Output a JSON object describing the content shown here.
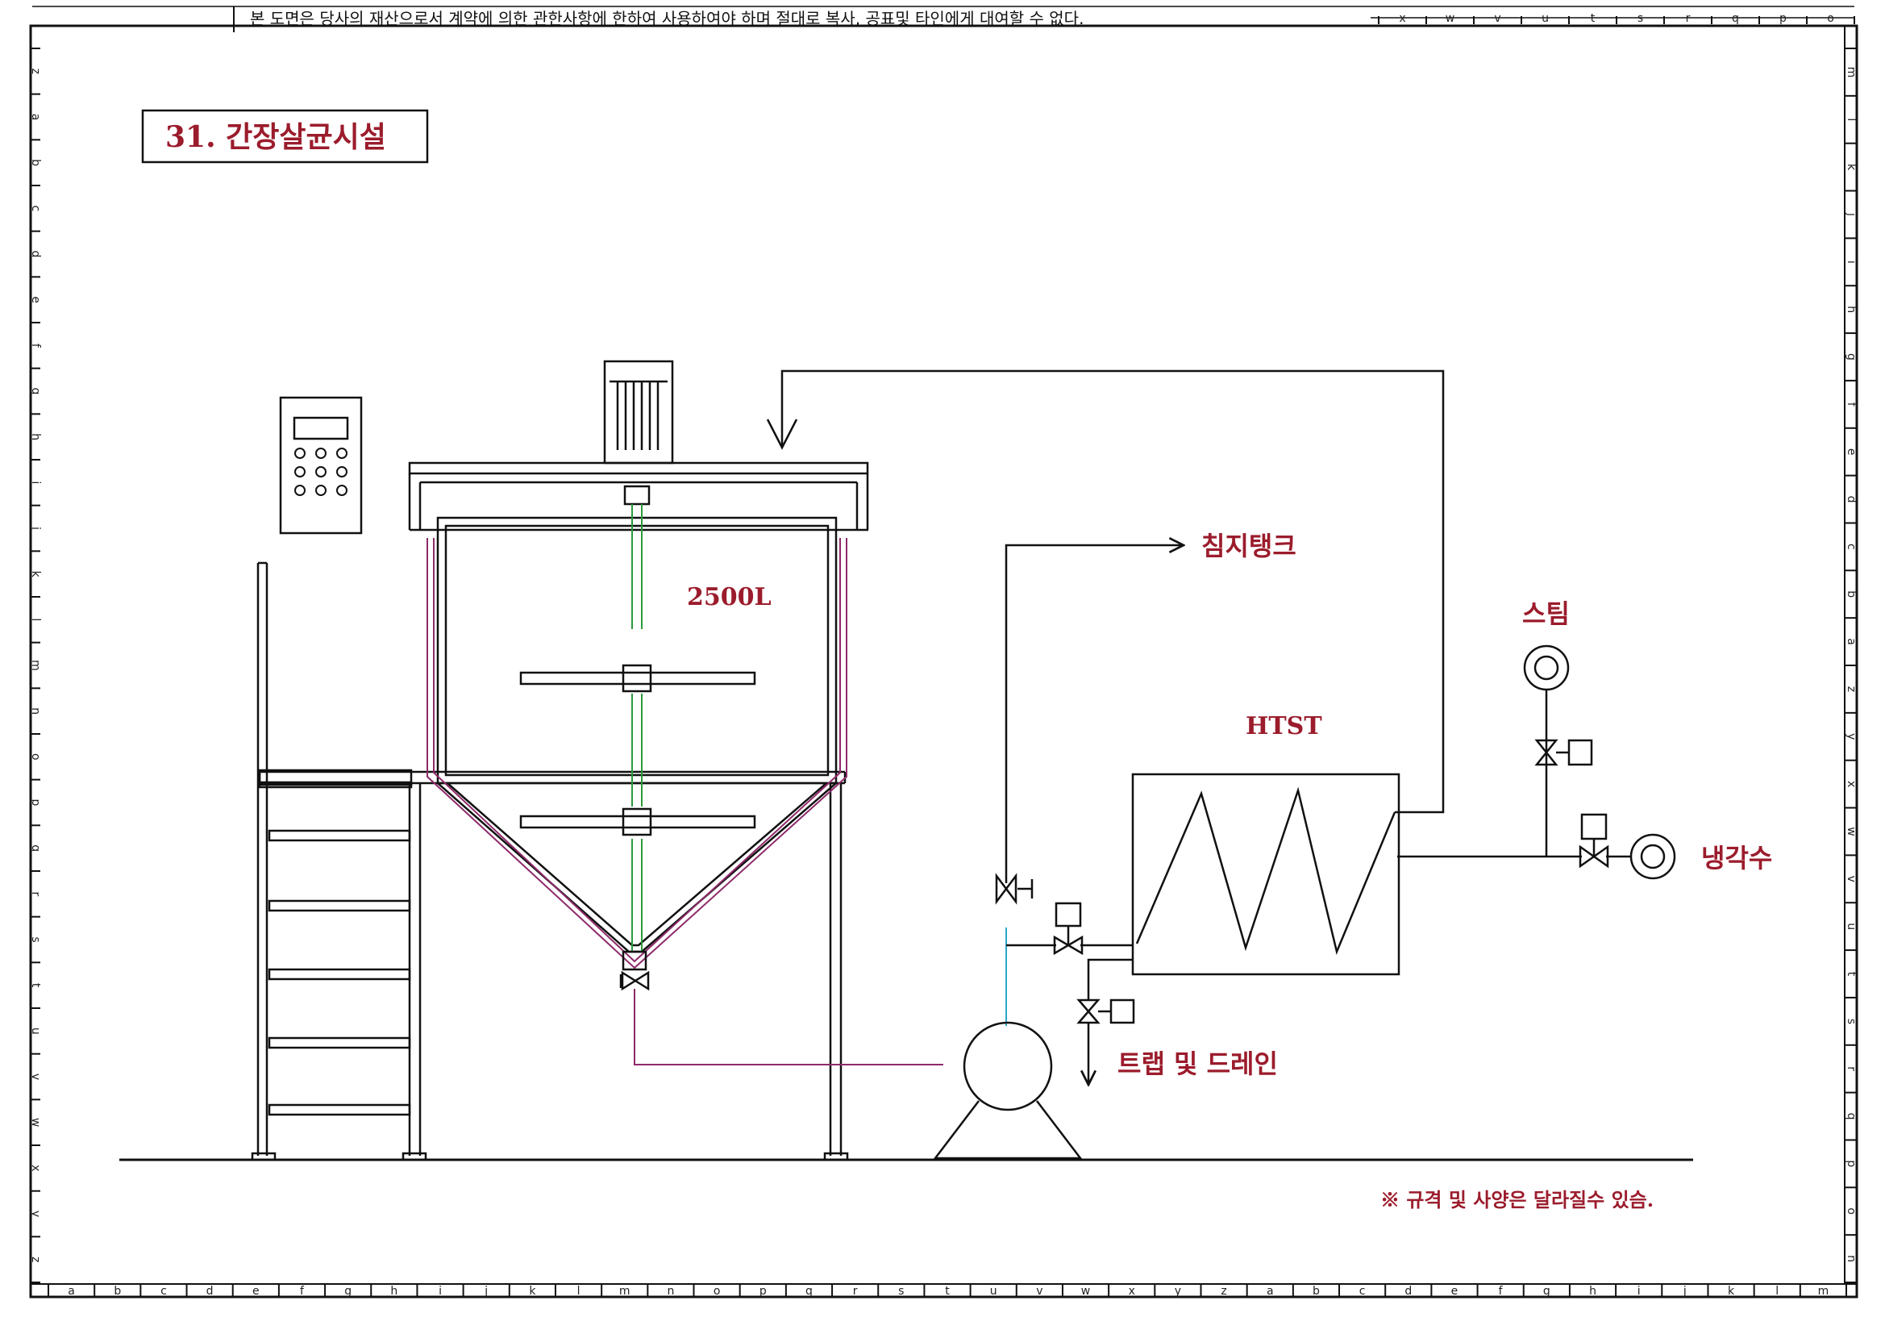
{
  "notice": "본 도면은 당사의 재산으로서 계약에 의한 관한사항에 한하여 사용하여야 하며 절대로 복사, 공표및 타인에게 대여할 수 없다.",
  "title": "31. 간장살균시설",
  "tank_volume": "2500L",
  "labels": {
    "dipping_tank": "침지탱크",
    "steam": "스팀",
    "htst": "HTST",
    "cooling_water": "냉각수",
    "trap_drain": "트랩 및 드레인"
  },
  "note": "※ 규격 및 사양은 달라질수 있슴.",
  "scales": {
    "top": [
      "x",
      "w",
      "v",
      "u",
      "t",
      "s",
      "r",
      "q",
      "p",
      "o"
    ],
    "bottom": [
      "a",
      "b",
      "c",
      "d",
      "e",
      "f",
      "g",
      "h",
      "i",
      "j",
      "k",
      "l",
      "m",
      "n",
      "o",
      "p",
      "q",
      "r",
      "s",
      "t",
      "u",
      "v",
      "w",
      "x",
      "y",
      "z",
      "a",
      "b",
      "c",
      "d",
      "e",
      "f",
      "g",
      "h",
      "i",
      "j",
      "k",
      "l",
      "m"
    ],
    "left": [
      "z",
      "a",
      "b",
      "c",
      "d",
      "e",
      "f",
      "g",
      "h",
      "i",
      "j",
      "k",
      "l",
      "m",
      "n",
      "o",
      "p",
      "q",
      "r",
      "s",
      "t",
      "u",
      "v",
      "w",
      "x",
      "y",
      "z"
    ],
    "right": [
      "m",
      "l",
      "k",
      "j",
      "i",
      "h",
      "g",
      "f",
      "e",
      "d",
      "c",
      "b",
      "a",
      "z",
      "y",
      "x",
      "w",
      "v",
      "u",
      "t",
      "s",
      "r",
      "q",
      "p",
      "o",
      "n"
    ]
  }
}
